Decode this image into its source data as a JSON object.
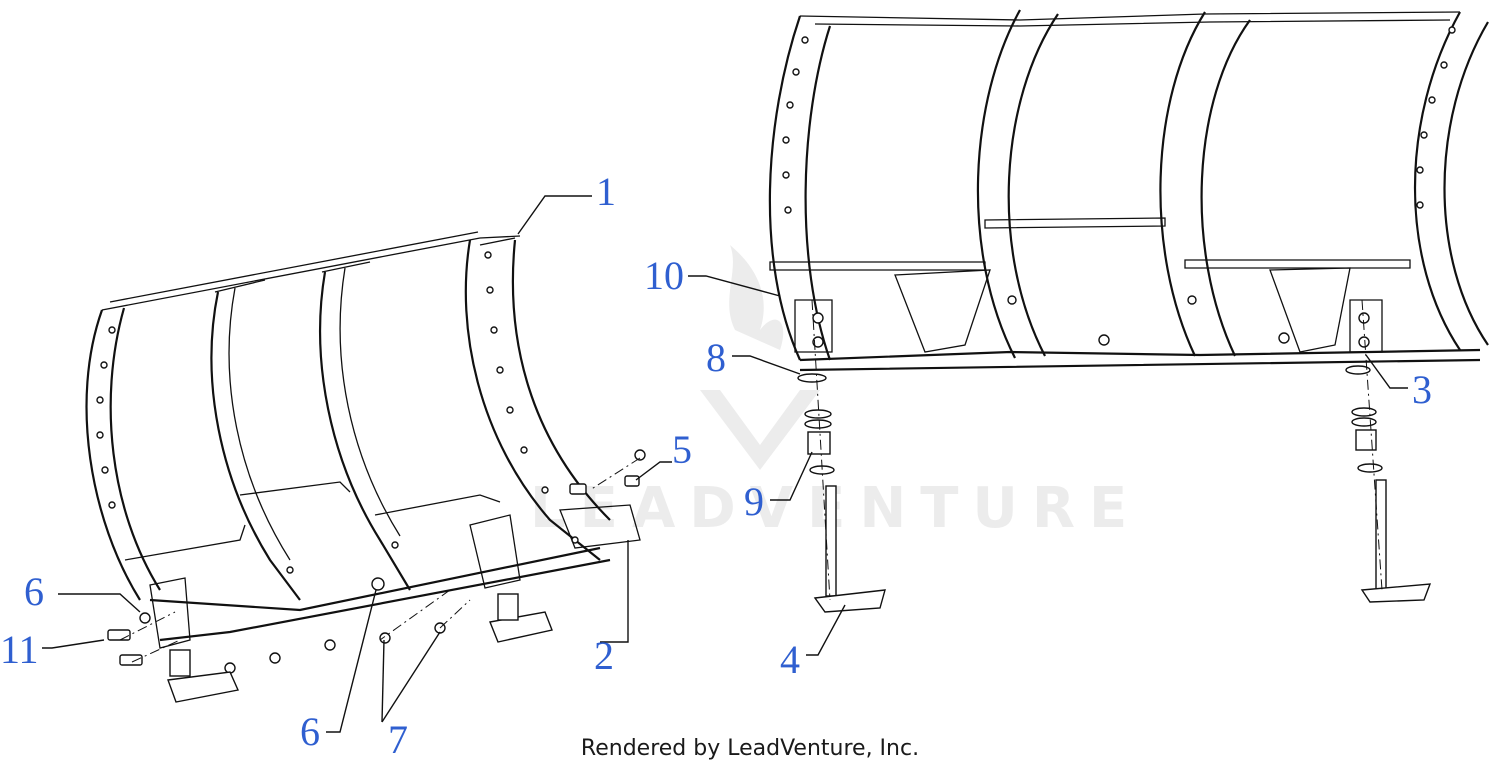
{
  "callouts": [
    {
      "id": "c1",
      "text": "1"
    },
    {
      "id": "c2",
      "text": "2"
    },
    {
      "id": "c3",
      "text": "3"
    },
    {
      "id": "c4",
      "text": "4"
    },
    {
      "id": "c5",
      "text": "5"
    },
    {
      "id": "c6a",
      "text": "6"
    },
    {
      "id": "c6b",
      "text": "6"
    },
    {
      "id": "c7",
      "text": "7"
    },
    {
      "id": "c8",
      "text": "8"
    },
    {
      "id": "c9",
      "text": "9"
    },
    {
      "id": "c10",
      "text": "10"
    },
    {
      "id": "c11",
      "text": "11"
    }
  ],
  "watermark": {
    "text": "LEADVENTURE"
  },
  "footer": {
    "credit": "Rendered by LeadVenture, Inc."
  },
  "colors": {
    "callout": "#2f5fd0",
    "line": "#111111",
    "watermark": "#ececec"
  }
}
